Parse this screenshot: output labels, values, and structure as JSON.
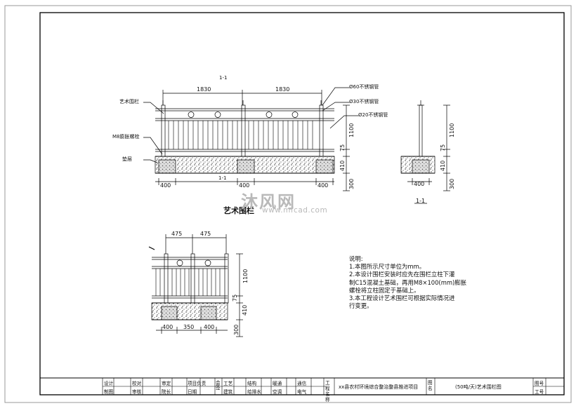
{
  "drawing": {
    "section_mark_top": "1-1",
    "section_mark_mid": "1-1",
    "section_title": "1-1",
    "elevation_title": "艺术围栏",
    "callouts": {
      "art_rail": "艺术围栏",
      "anchor_bolt": "M8膨胀螺栓",
      "foundation": "垫层"
    },
    "pipes": {
      "p60": "Ø60不锈钢管",
      "p30": "Ø30不锈钢管",
      "p20": "Ø20不锈钢管"
    },
    "dims_main": {
      "span1": "1830",
      "span2": "1830",
      "base_left": "400",
      "base_mid": "400",
      "base_right": "400",
      "h_total": "1100",
      "h_75": "75",
      "h_410": "410",
      "h_300": "300"
    },
    "dims_section": {
      "base": "400",
      "h_total": "1100",
      "h_75": "75",
      "h_410": "410",
      "h_300": "300"
    },
    "dims_detail": {
      "top1": "475",
      "top2": "475",
      "b1": "400",
      "b2": "350",
      "b3": "400",
      "h_total": "1100",
      "h_75": "75",
      "h_410": "410",
      "h_300": "300"
    }
  },
  "notes": {
    "title": "说明:",
    "lines": [
      "1.本图所示尺寸单位为mm。",
      "2.本设计围栏安装时应先在围栏立柱下灌",
      "制C15混凝土基础，再用M8×100(mm)膨胀",
      "螺栓将立柱固定于基础上。",
      "3.本工程设计艺术围栏可根据实际情况进",
      "行变更。"
    ]
  },
  "title_block": {
    "c1a": "设计",
    "c1b": "制图",
    "c2a": "校对",
    "c2b": "审核",
    "c3a": "审定",
    "c3b": "院长",
    "c4a": "项目负责",
    "c4b": "日期",
    "c5": "会签",
    "c6a": "工艺",
    "c6b": "建筑",
    "c7a": "结构",
    "c7b": "给排水",
    "c8a": "暖通",
    "c8b": "空调",
    "c9a": "通信",
    "c9b": "电气",
    "project_label": "工程名称",
    "project": "xx县农村环境综合整治整县推进项目",
    "drawing_label": "图名",
    "drawing_name": "(50吨/天)艺术围栏图",
    "no_label": "图号",
    "sheet_label": "工号"
  },
  "watermark": {
    "brand": "沐风网",
    "url": "www.mfcad.com"
  }
}
